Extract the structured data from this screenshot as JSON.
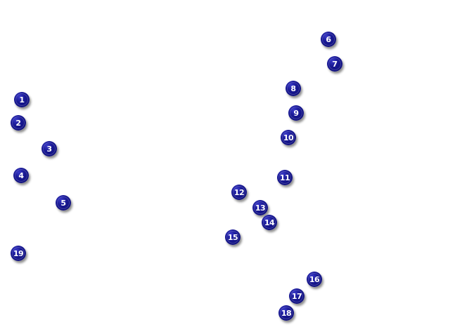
{
  "markers": [
    {
      "label": "1"
    },
    {
      "label": "2"
    },
    {
      "label": "3"
    },
    {
      "label": "4"
    },
    {
      "label": "5"
    },
    {
      "label": "6"
    },
    {
      "label": "7"
    },
    {
      "label": "8"
    },
    {
      "label": "9"
    },
    {
      "label": "10"
    },
    {
      "label": "11"
    },
    {
      "label": "12"
    },
    {
      "label": "13"
    },
    {
      "label": "14"
    },
    {
      "label": "15"
    },
    {
      "label": "16"
    },
    {
      "label": "17"
    },
    {
      "label": "18"
    },
    {
      "label": "19"
    }
  ],
  "colors": {
    "marker_fill": "#0a0a6e",
    "marker_text": "#ffffff",
    "background": "#ffffff"
  }
}
